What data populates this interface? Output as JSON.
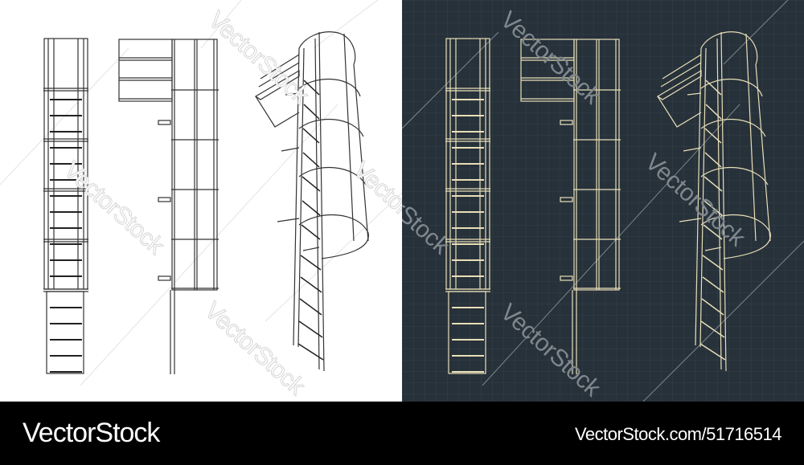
{
  "image": {
    "description": "Cage ladder technical blueprint drawings",
    "panels": [
      {
        "name": "light",
        "background": "#ffffff",
        "line_color": "#333333",
        "views": [
          "front-view",
          "side-view",
          "isometric-view"
        ]
      },
      {
        "name": "dark",
        "background": "#27313a",
        "grid_color": "#34404a",
        "line_color": "#e8dfb8",
        "views": [
          "front-view",
          "side-view",
          "isometric-view"
        ]
      }
    ],
    "watermarks": {
      "text": "VectorStock"
    }
  },
  "footer": {
    "brand": "VectorStock",
    "url": "VectorStock.com/51716514"
  }
}
